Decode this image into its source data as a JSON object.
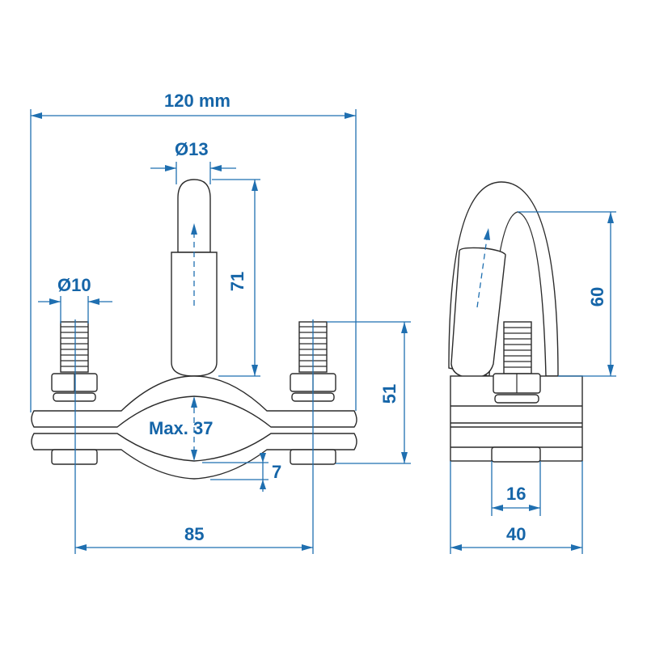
{
  "diagram": {
    "type": "technical-drawing",
    "subject": "pipe clamp with bolt",
    "colors": {
      "dimension": "#1f6fb0",
      "label": "#1565a8",
      "outline": "#2b2b2b",
      "background": "#ffffff"
    },
    "front_view": {
      "overall_width": "120 mm",
      "pin_diameter": "Ø13",
      "pin_height": "71",
      "bolt_diameter": "Ø10",
      "bolt_height": "51",
      "max_pipe": "Max. 37",
      "strap_thickness": "7",
      "bolt_spacing": "85"
    },
    "side_view": {
      "loop_height": "60",
      "nut_width": "16",
      "body_width": "40"
    }
  }
}
